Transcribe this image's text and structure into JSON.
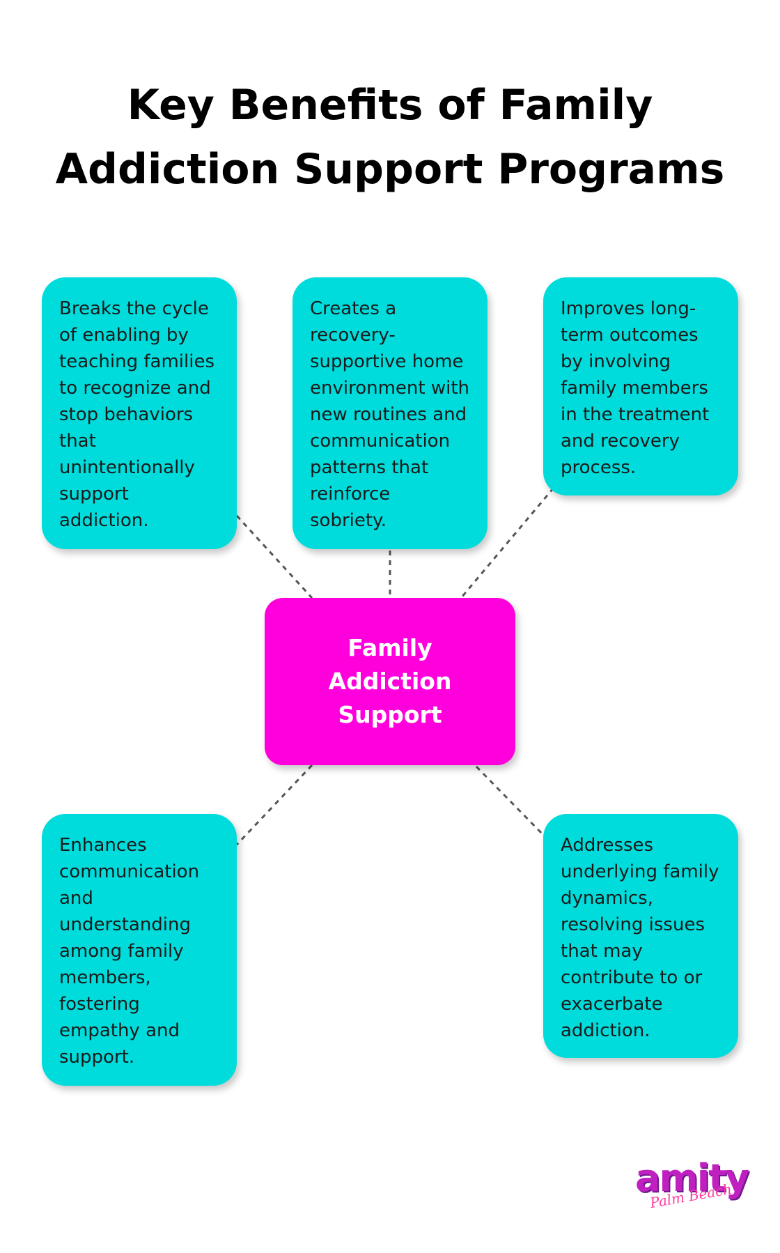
{
  "title": {
    "line1": "Key Benefits of Family",
    "line2": "Addiction Support Programs"
  },
  "center": {
    "label": "Family Addiction Support"
  },
  "benefits": [
    {
      "text": "Breaks the cycle of enabling by teaching families to recognize and stop behaviors that unintentionally support addiction."
    },
    {
      "text": "Creates a recovery-supportive home environment with new routines and communication patterns that reinforce sobriety."
    },
    {
      "text": "Improves long-term outcomes by involving family members in the treatment and recovery process."
    },
    {
      "text": "Enhances communication and understanding among family members, fostering empathy and support."
    },
    {
      "text": "Addresses underlying family dynamics, resolving issues that may contribute to or exacerbate addiction."
    }
  ],
  "logo": {
    "wordmark": "amity",
    "subtitle": "Palm Beach"
  },
  "colors": {
    "benefit_box": "#00dcdc",
    "center_box": "#ff00dc",
    "connector": "#555555"
  }
}
